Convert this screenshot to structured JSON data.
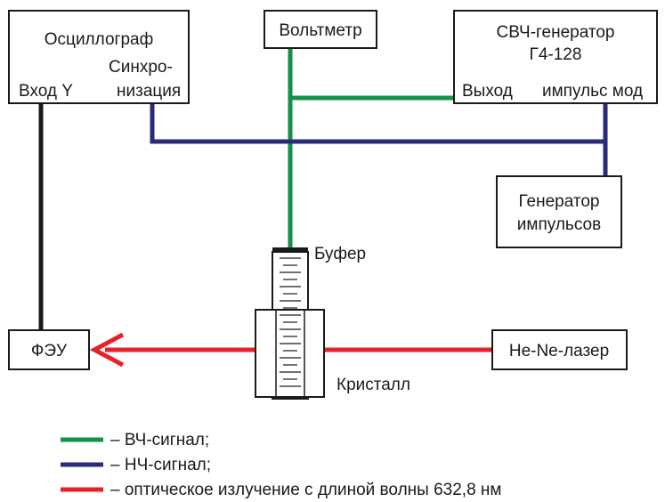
{
  "blocks": {
    "oscilloscope": {
      "title": "Осциллограф",
      "input_y": "Вход Y",
      "sync_line1": "Синхро-",
      "sync_line2": "низация"
    },
    "voltmeter": {
      "title": "Вольтметр"
    },
    "microwave_generator": {
      "title_line1": "СВЧ-генератор",
      "title_line2": "Г4-128",
      "output": "Выход",
      "pulse_mod": "импульс мод"
    },
    "pulse_generator": {
      "title_line1": "Генератор",
      "title_line2": "импульсов"
    },
    "photomultiplier": {
      "title": "ФЭУ"
    },
    "laser": {
      "title": "He-Ne-лазер"
    },
    "buffer": {
      "title": "Буфер"
    },
    "crystal": {
      "title": "Кристалл"
    }
  },
  "legend": [
    {
      "text": "– ВЧ-сигнал;",
      "color": "#13904a"
    },
    {
      "text": "– НЧ-сигнал;",
      "color": "#2b2a7a"
    },
    {
      "text": "– оптическое излучение с длиной волны 632,8 нм",
      "color": "#e8202a"
    }
  ],
  "colors": {
    "hf": "#13904a",
    "lf": "#2b2a7a",
    "optical": "#e8202a",
    "line": "#1a1a1a"
  }
}
